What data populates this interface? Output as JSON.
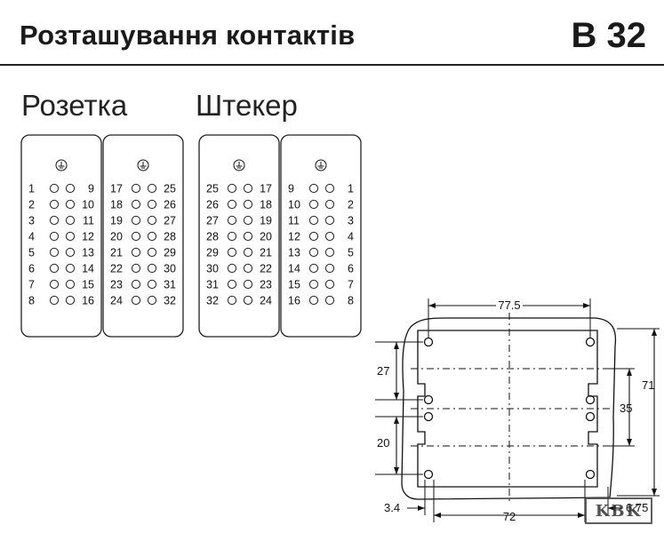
{
  "header": {
    "title": "Розташування контактів",
    "code": "B 32"
  },
  "socket": {
    "label": "Розетка",
    "left_module": {
      "left_numbers": [
        "1",
        "2",
        "3",
        "4",
        "5",
        "6",
        "7",
        "8"
      ],
      "right_numbers": [
        "9",
        "10",
        "11",
        "12",
        "13",
        "14",
        "15",
        "16"
      ]
    },
    "right_module": {
      "left_numbers": [
        "17",
        "18",
        "19",
        "20",
        "21",
        "22",
        "23",
        "24"
      ],
      "right_numbers": [
        "25",
        "26",
        "27",
        "28",
        "29",
        "30",
        "31",
        "32"
      ]
    }
  },
  "plug": {
    "label": "Штекер",
    "left_module": {
      "left_numbers": [
        "25",
        "26",
        "27",
        "28",
        "29",
        "30",
        "31",
        "32"
      ],
      "right_numbers": [
        "17",
        "18",
        "19",
        "20",
        "21",
        "22",
        "23",
        "24"
      ]
    },
    "right_module": {
      "left_numbers": [
        "9",
        "10",
        "11",
        "12",
        "13",
        "14",
        "15",
        "16"
      ],
      "right_numbers": [
        "1",
        "2",
        "3",
        "4",
        "5",
        "6",
        "7",
        "8"
      ]
    }
  },
  "dimensions": {
    "top_width": "77.5",
    "bottom_width": "72",
    "height_total": "71",
    "height_mid": "35",
    "upper_pitch": "27",
    "lower_pitch": "20",
    "offset_left": "3.4",
    "offset_right": "6.75"
  },
  "watermark": {
    "text": "KBK"
  }
}
